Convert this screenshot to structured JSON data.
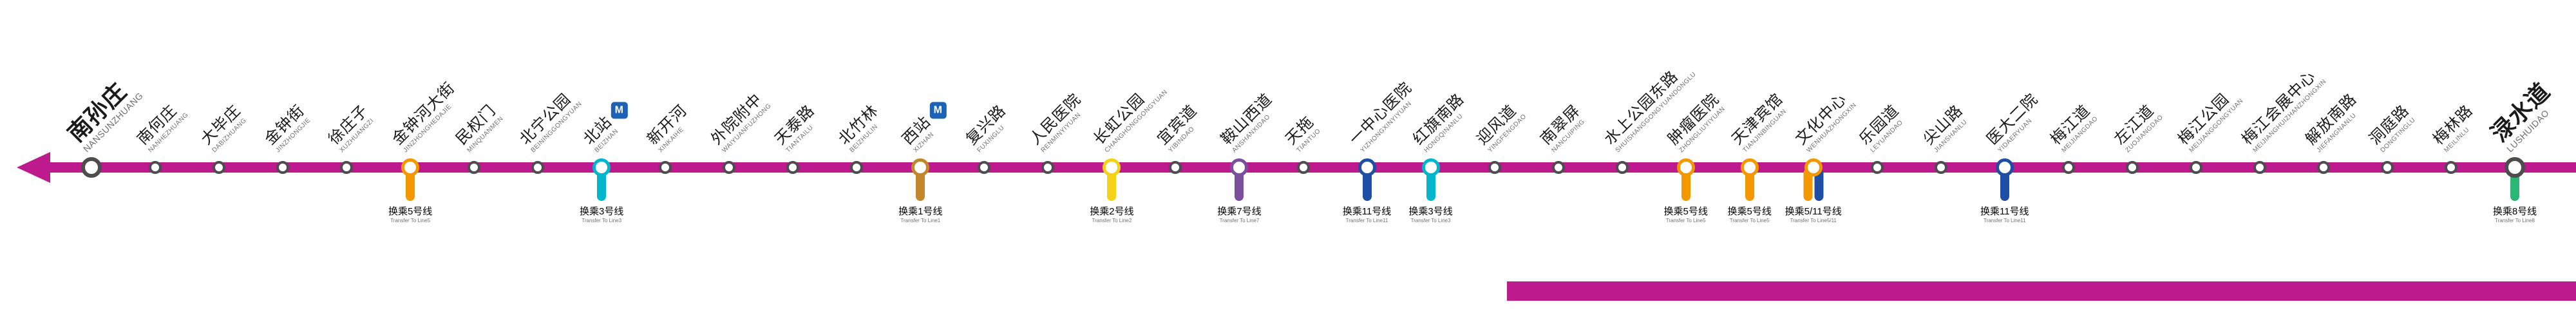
{
  "diagram": {
    "line_color": "#BC1A8D",
    "station_ring_default": "#4D4D4F",
    "logo_color": "#1C63B7",
    "logo_glyph": "M"
  },
  "footer": {
    "color": "#BC1A8D"
  },
  "stations": [
    {
      "name": "南孙庄",
      "pinyin": "NANSUNZHUANG",
      "terminus": true
    },
    {
      "name": "南何庄",
      "pinyin": "NANHEZHUANG"
    },
    {
      "name": "大毕庄",
      "pinyin": "DABIZHUANG"
    },
    {
      "name": "金钟街",
      "pinyin": "JINZHONGJIE"
    },
    {
      "name": "徐庄子",
      "pinyin": "XUZHUANGZI"
    },
    {
      "name": "金钟河大街",
      "pinyin": "JINZHONGHEDAJIE",
      "transfer": {
        "label": "换乘5号线",
        "label_en": "Transfer To Line5",
        "colors": [
          "#F39800"
        ]
      }
    },
    {
      "name": "民权门",
      "pinyin": "MINQUANMEN"
    },
    {
      "name": "北宁公园",
      "pinyin": "BEININGGONGYUAN"
    },
    {
      "name": "北站",
      "pinyin": "BEIZHAN",
      "logo": true,
      "transfer": {
        "label": "换乘3号线",
        "label_en": "Transfer To Line3",
        "colors": [
          "#00B6CD"
        ]
      }
    },
    {
      "name": "新开河",
      "pinyin": "XINKAIHE"
    },
    {
      "name": "外院附中",
      "pinyin": "WAIYUANFUZHONG"
    },
    {
      "name": "天泰路",
      "pinyin": "TIANTAILU"
    },
    {
      "name": "北竹林",
      "pinyin": "BEIZHULIN"
    },
    {
      "name": "西站",
      "pinyin": "XIZHAN",
      "logo": true,
      "transfer": {
        "label": "换乘1号线",
        "label_en": "Transfer To Line1",
        "colors": [
          "#C4862B"
        ]
      }
    },
    {
      "name": "复兴路",
      "pinyin": "FUXINGLU"
    },
    {
      "name": "人民医院",
      "pinyin": "RENMINYIYUAN"
    },
    {
      "name": "长虹公园",
      "pinyin": "CHANGHONGGONGYUAN",
      "transfer": {
        "label": "换乘2号线",
        "label_en": "Transfer To Line2",
        "colors": [
          "#F5D216"
        ]
      }
    },
    {
      "name": "宜宾道",
      "pinyin": "YIBINDAO"
    },
    {
      "name": "鞍山西道",
      "pinyin": "ANSHANXIDAO",
      "transfer": {
        "label": "换乘7号线",
        "label_en": "Transfer To Line7",
        "colors": [
          "#7C4E9E"
        ]
      }
    },
    {
      "name": "天拖",
      "pinyin": "TIANTUO"
    },
    {
      "name": "一中心医院",
      "pinyin": "YIZHONGXINYIYUAN",
      "transfer": {
        "label": "换乘11号线",
        "label_en": "Transfer To Line11",
        "colors": [
          "#1F4FA5"
        ]
      }
    },
    {
      "name": "红旗南路",
      "pinyin": "HONGQINANLU",
      "transfer": {
        "label": "换乘3号线",
        "label_en": "Transfer To Line3",
        "colors": [
          "#00B6CD"
        ]
      }
    },
    {
      "name": "迎风道",
      "pinyin": "YINGFENGDAO"
    },
    {
      "name": "南翠屏",
      "pinyin": "NANCUIPING"
    },
    {
      "name": "水上公园东路",
      "pinyin": "SHUISHANGGONGYUANDONGLU"
    },
    {
      "name": "肿瘤医院",
      "pinyin": "ZHONGLIUYIYUAN",
      "transfer": {
        "label": "换乘5号线",
        "label_en": "Transfer To Line5",
        "colors": [
          "#F39800"
        ]
      }
    },
    {
      "name": "天津宾馆",
      "pinyin": "TIANJINBINGUAN",
      "transfer": {
        "label": "换乘5号线",
        "label_en": "Transfer To Line5",
        "colors": [
          "#F39800"
        ]
      }
    },
    {
      "name": "文化中心",
      "pinyin": "WENHUAZHONGXIN",
      "transfer": {
        "label": "换乘5/11号线",
        "label_en": "Transfer To Line5/11",
        "colors": [
          "#F39800",
          "#1F4FA5"
        ]
      }
    },
    {
      "name": "乐园道",
      "pinyin": "LEYUANDAO"
    },
    {
      "name": "尖山路",
      "pinyin": "JIANSHANLU"
    },
    {
      "name": "医大二院",
      "pinyin": "YIDAERYUAN",
      "transfer": {
        "label": "换乘11号线",
        "label_en": "Transfer To Line11",
        "colors": [
          "#1F4FA5"
        ]
      }
    },
    {
      "name": "梅江道",
      "pinyin": "MEIJIANGDAO"
    },
    {
      "name": "左江道",
      "pinyin": "ZUOJIANGDAO"
    },
    {
      "name": "梅江公园",
      "pinyin": "MEIJIANGGONGYUAN"
    },
    {
      "name": "梅江会展中心",
      "pinyin": "MEIJIANGHUIZHANZHONGXIN"
    },
    {
      "name": "解放南路",
      "pinyin": "JIEFANGNANLU"
    },
    {
      "name": "洞庭路",
      "pinyin": "DONGTINGLU"
    },
    {
      "name": "梅林路",
      "pinyin": "MEILINLU"
    },
    {
      "name": "渌水道",
      "pinyin": "LUSHUIDAO",
      "terminus": true,
      "transfer": {
        "label": "换乘8号线",
        "label_en": "Transfer To Line8",
        "colors": [
          "#2BB673"
        ]
      }
    }
  ]
}
